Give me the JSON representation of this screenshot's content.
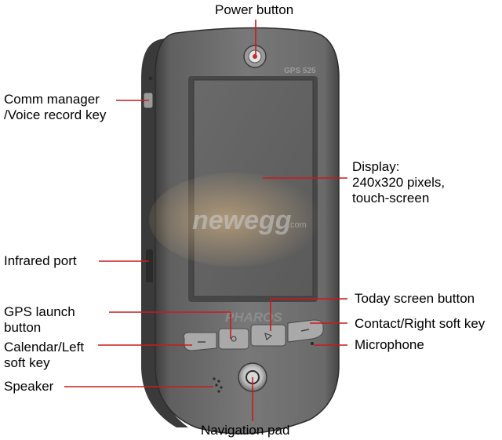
{
  "device": {
    "model_badge": "GPS 525",
    "brand": "PHAROS"
  },
  "watermark": {
    "text": "newegg",
    "suffix": ".com"
  },
  "callouts": {
    "power_button": "Power button",
    "comm_manager": [
      "Comm manager",
      "/Voice record key"
    ],
    "display": [
      "Display:",
      "240x320 pixels,",
      "touch-screen"
    ],
    "infrared_port": "Infrared port",
    "gps_launch": [
      "GPS launch",
      "button"
    ],
    "today_screen": "Today screen button",
    "contact_right_soft": "Contact/Right soft key",
    "calendar_left_soft": [
      "Calendar/Left",
      "soft key"
    ],
    "microphone": "Microphone",
    "speaker": "Speaker",
    "navigation_pad": "Navigation pad"
  },
  "colors": {
    "callout_line": "#cc1a1a",
    "device_body": "#6e6e6e",
    "screen": "#5f5f5f",
    "label_text": "#000000"
  }
}
